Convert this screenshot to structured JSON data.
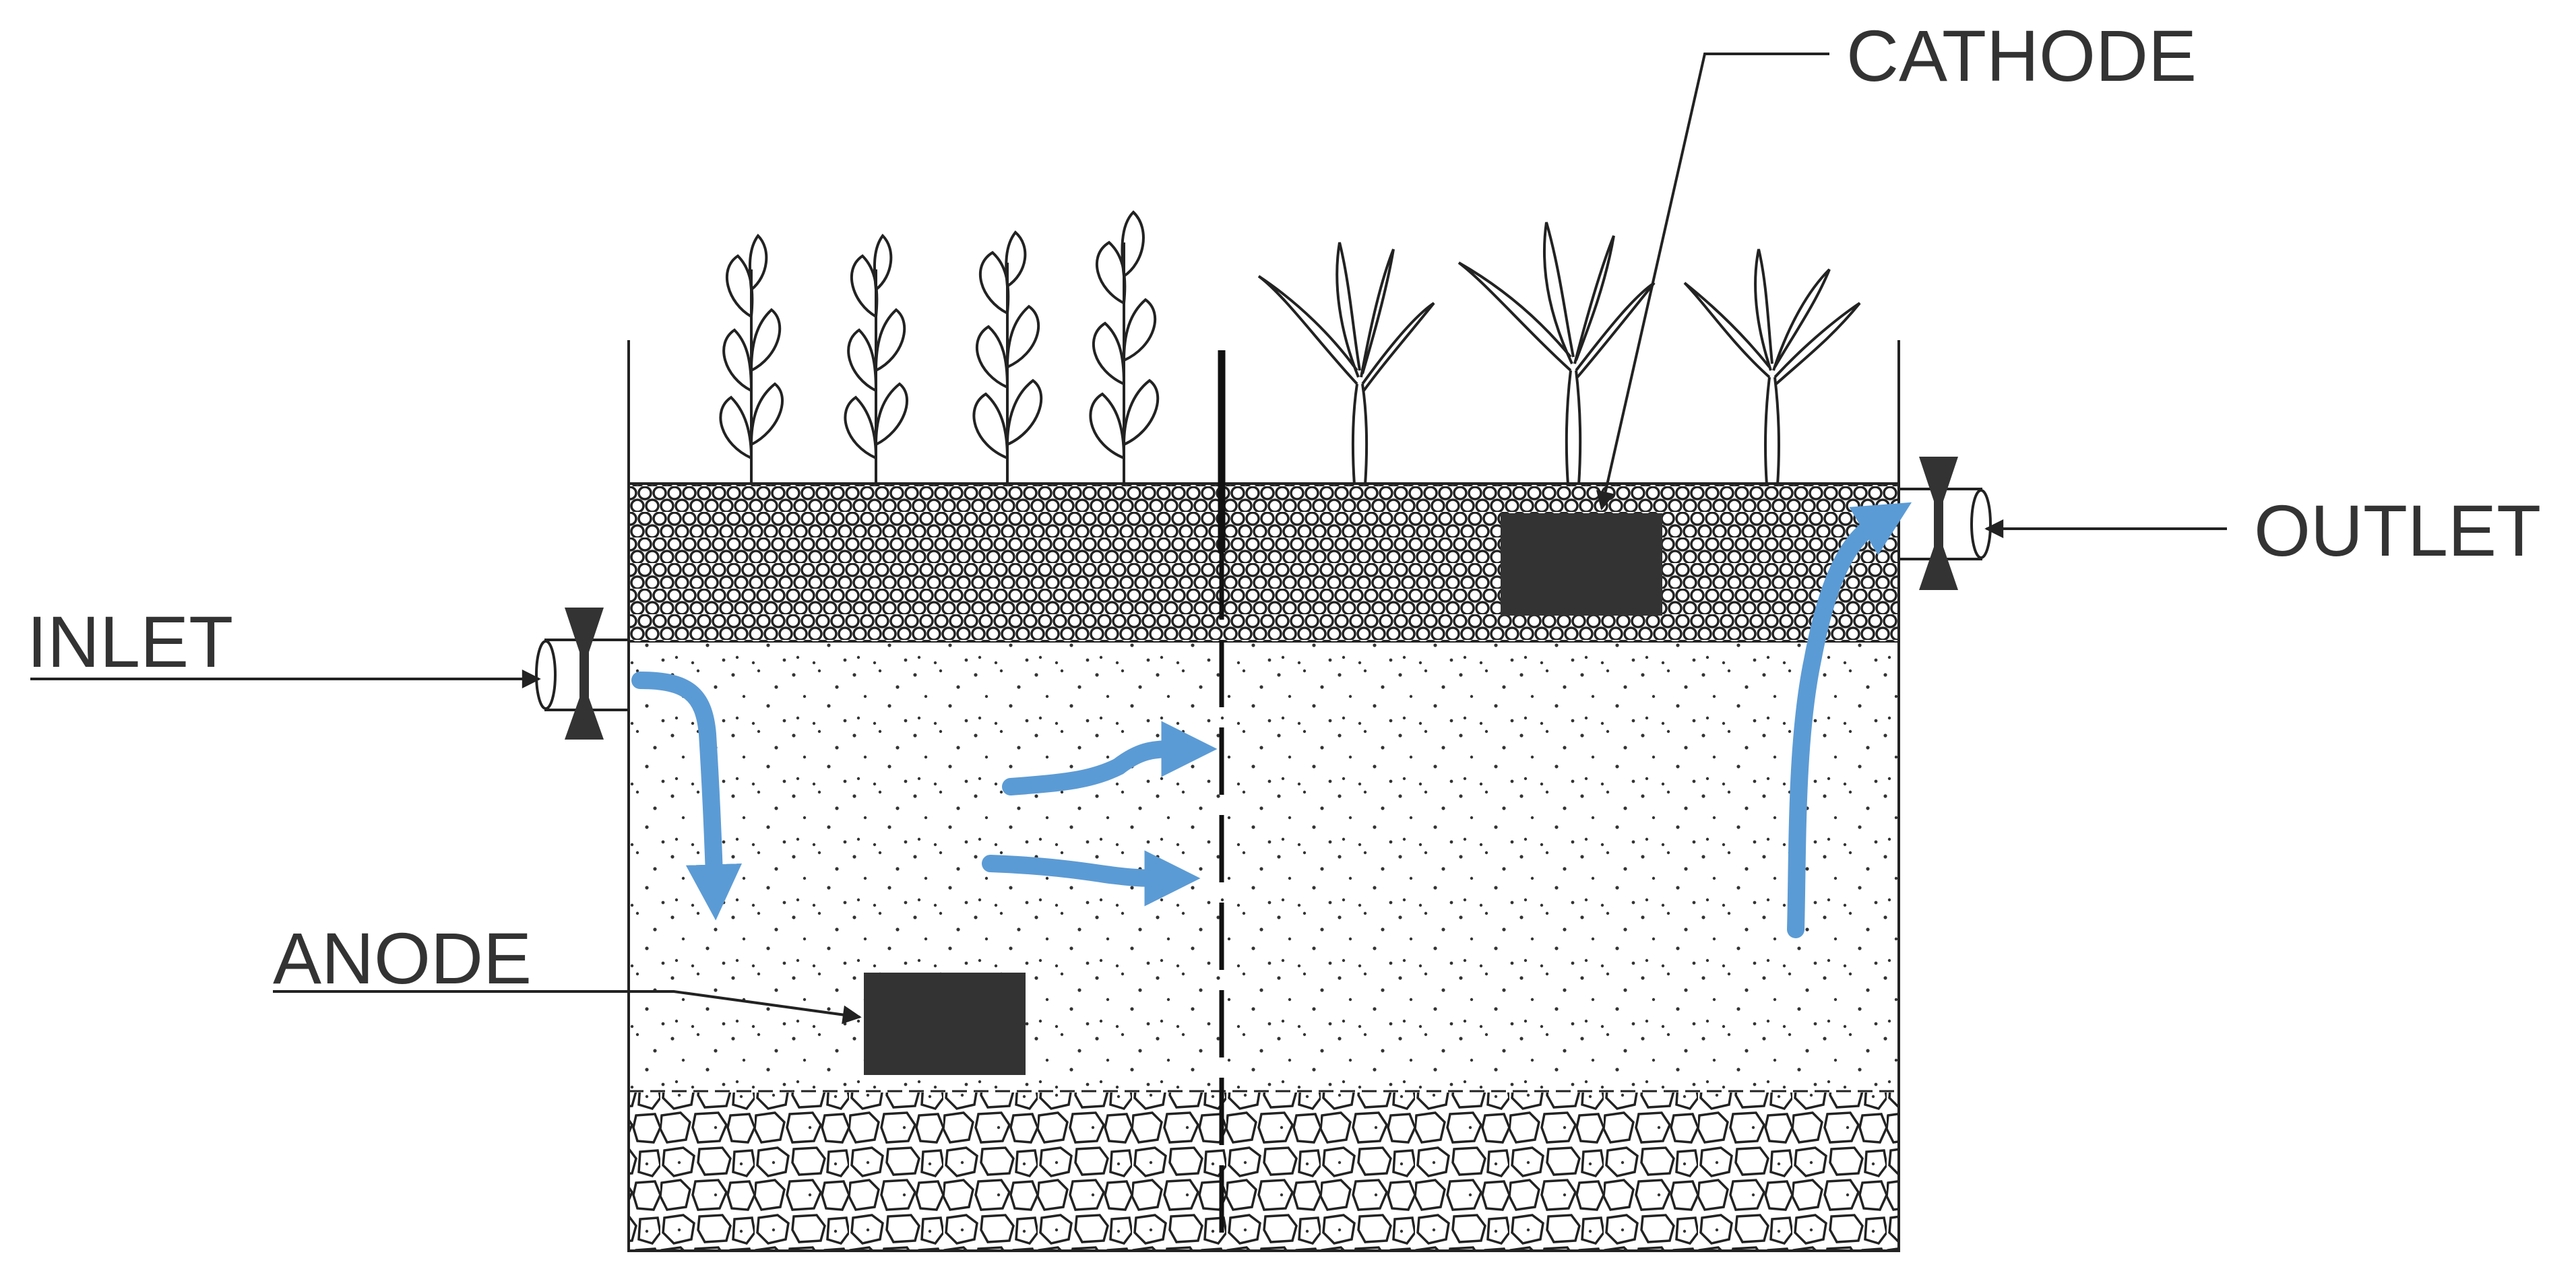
{
  "labels": {
    "cathode": "CATHODE",
    "outlet": "OUTLET",
    "inlet": "INLET",
    "anode": "ANODE"
  },
  "colors": {
    "line": "#222222",
    "flow_arrow": "#5b9bd5",
    "electrode": "#333333",
    "background": "#ffffff"
  },
  "icons": {
    "plants_left": "broadleaf-plant-icon",
    "plants_right": "grass-plant-icon",
    "valves": "valve-icon"
  }
}
